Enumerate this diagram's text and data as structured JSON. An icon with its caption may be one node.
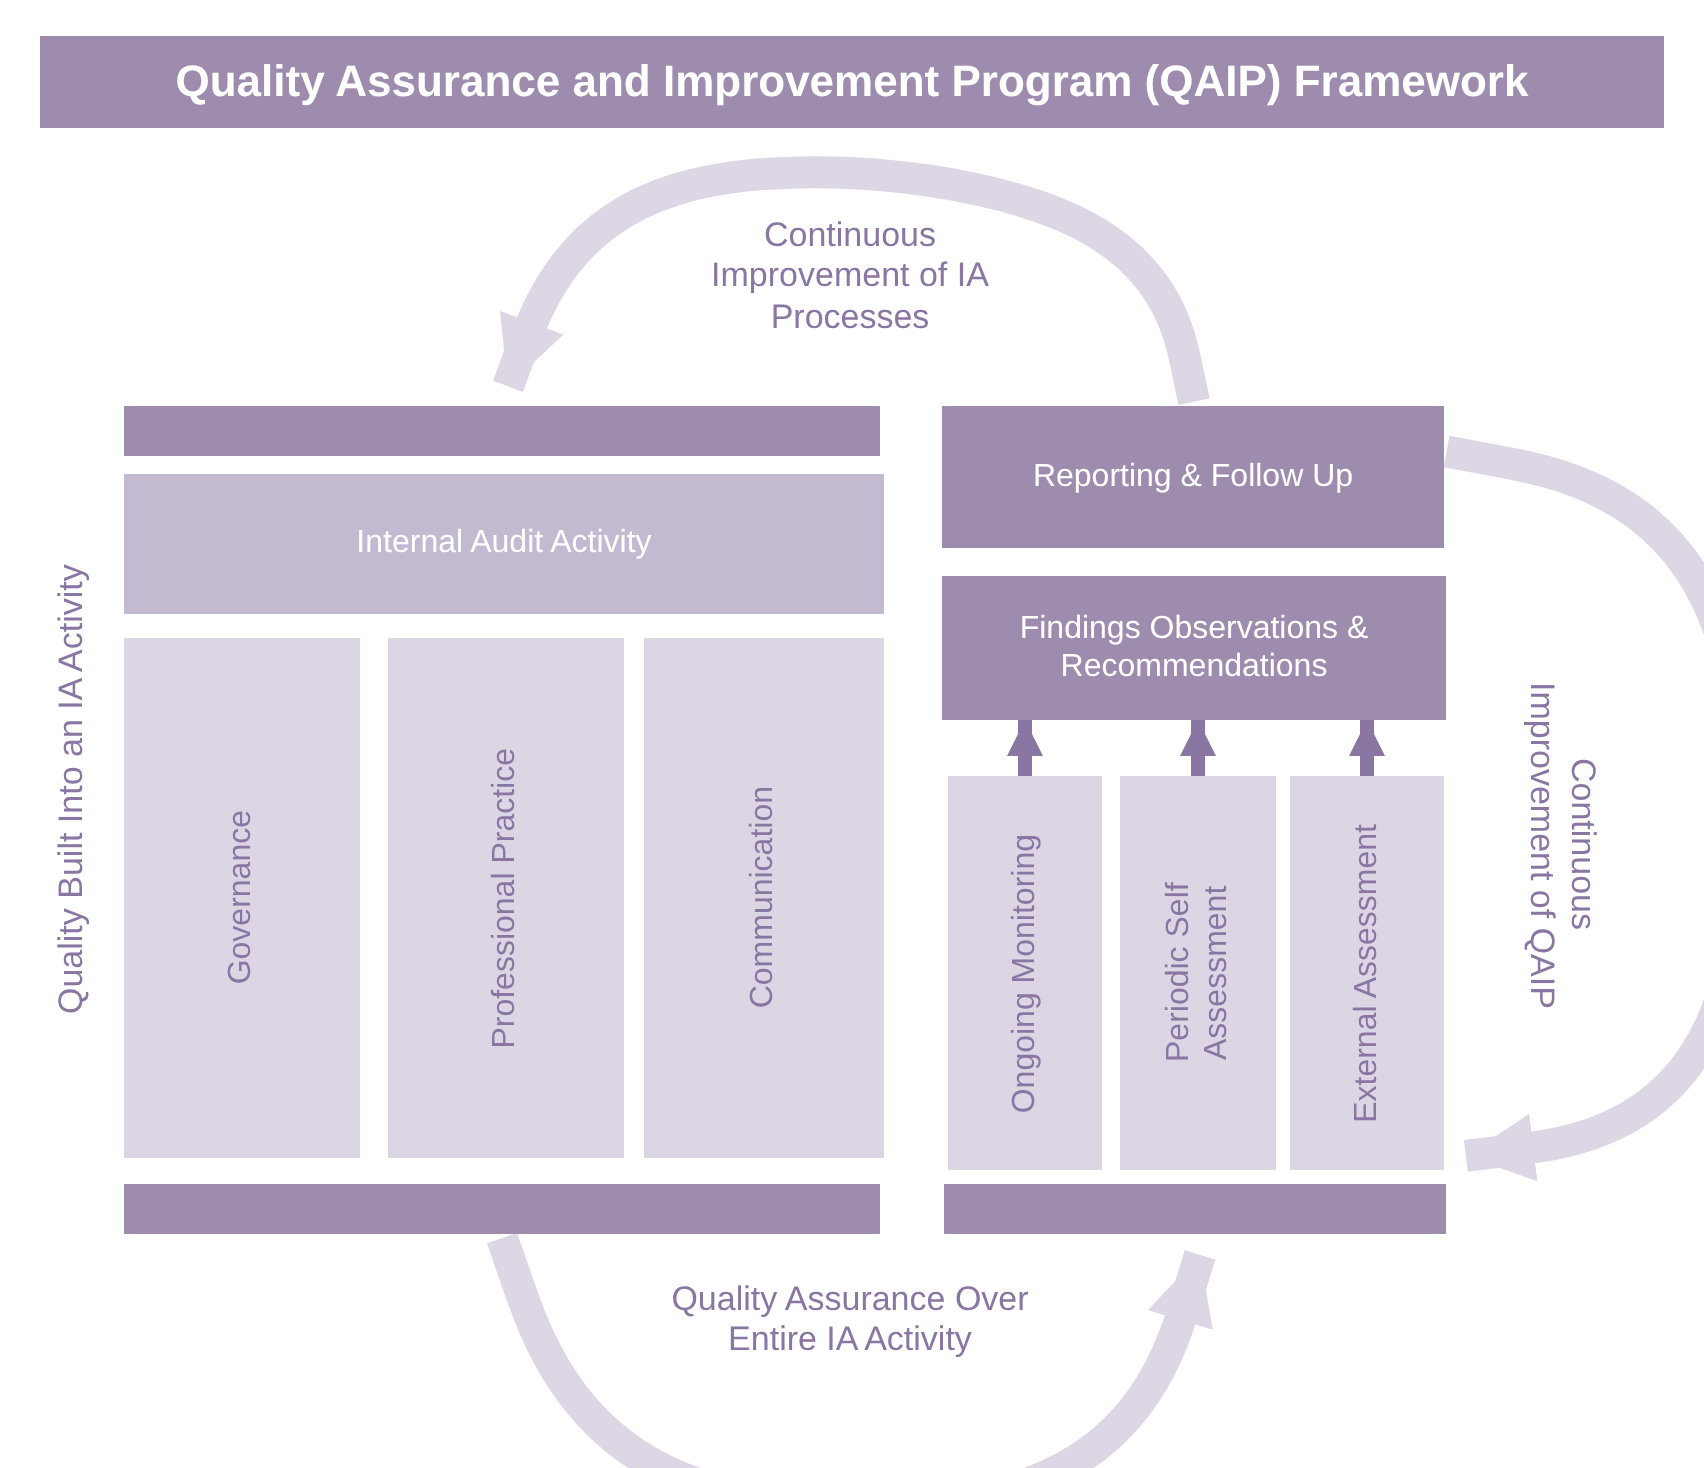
{
  "diagram": {
    "title": "Quality Assurance and Improvement Program (QAIP) Framework",
    "nodes": [
      {
        "text": [],
        "shape": "bar"
      },
      {
        "text": [
          "Internal Audit Activity"
        ]
      },
      {
        "text": [
          "Governance"
        ]
      },
      {
        "text": [
          "Professional Practice"
        ]
      },
      {
        "text": [
          "Communication"
        ]
      },
      {
        "text": [],
        "shape": "bar"
      },
      {
        "text": [
          "Reporting & Follow Up"
        ]
      },
      {
        "text": [
          "Findings Observations & Recommendations"
        ]
      },
      {
        "text": [
          "Ongoing Monitoring"
        ]
      },
      {
        "text": [
          "Periodic Self Assessment"
        ]
      },
      {
        "text": [
          "External Assessment"
        ]
      },
      {
        "text": [],
        "shape": "bar"
      }
    ],
    "edges": [
      {
        "from": 6,
        "to": 0,
        "arrow": "to",
        "label": "Continuous Improvement of IA Processes",
        "style": "thick",
        "color": "#ddd7e5"
      },
      {
        "from": 6,
        "to": 10,
        "arrow": "to",
        "label": "Continuous Improvement of QAIP",
        "style": "thick",
        "color": "#ddd7e5"
      },
      {
        "from": 5,
        "to": 11,
        "arrow": "to",
        "label": "Quality Assurance Over Entire IA Activity",
        "style": "thick",
        "color": "#ddd7e5"
      },
      {
        "from": 8,
        "to": 7,
        "arrow": "to",
        "color": "#8a76a3"
      },
      {
        "from": 9,
        "to": 7,
        "arrow": "to",
        "color": "#8a76a3"
      },
      {
        "from": 10,
        "to": 7,
        "arrow": "to",
        "color": "#8a76a3"
      }
    ],
    "labels": [
      "Quality Built Into an IA Activity"
    ]
  }
}
